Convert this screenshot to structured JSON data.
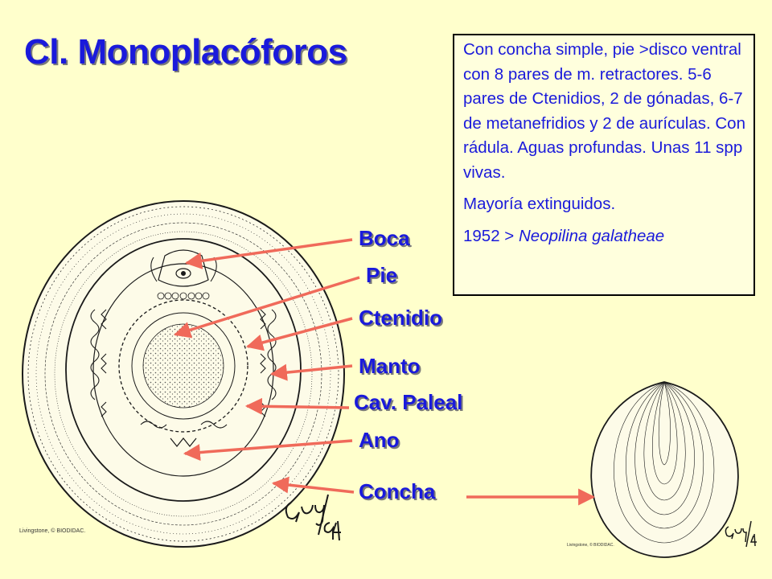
{
  "title": "Cl. Monoplacóforos",
  "info": {
    "description": "Con concha simple, pie >disco ventral con 8 pares de m. retractores. 5-6 pares de Ctenidios, 2 de gónadas, 6-7 de metanefridios y 2 de aurículas. Con rádula. Aguas profundas. Unas 11 spp vivas.",
    "note": "Mayoría extinguidos.",
    "discovery_prefix": "1952 > ",
    "discovery_species": "Neopilina galatheae"
  },
  "labels": {
    "boca": "Boca",
    "pie": "Pie",
    "ctenidio": "Ctenidio",
    "manto": "Manto",
    "cav_paleal": "Cav. Paleal",
    "ano": "Ano",
    "concha": "Concha"
  },
  "credits": {
    "left": "Livingstone, © BIODIDAC.",
    "right": "Livingstone, © BIODIDAC."
  },
  "signatures": {
    "left": "Guy/94",
    "right": "Guy/94"
  },
  "colors": {
    "title": "#1a1adb",
    "background": "#ffffcc",
    "arrow": "#f06a5a"
  }
}
